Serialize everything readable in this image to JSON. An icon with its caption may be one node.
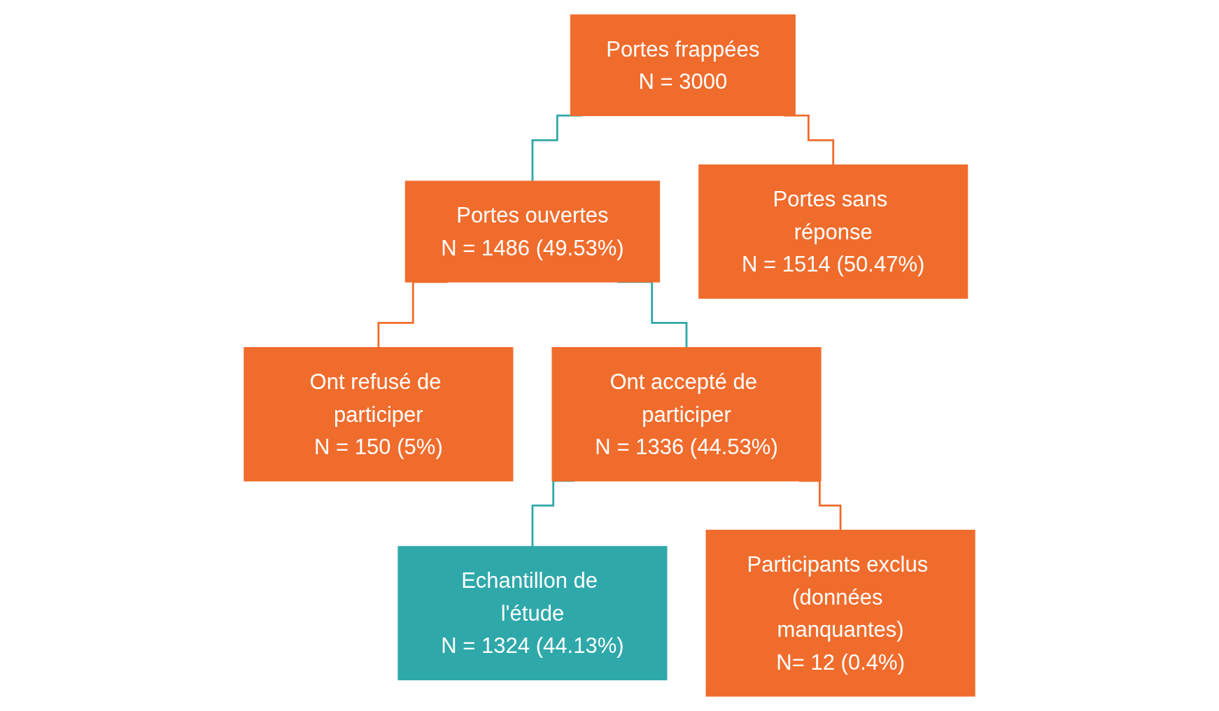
{
  "diagram": {
    "nodes": [
      {
        "text": [
          "Portes frappées",
          "N = 3000"
        ]
      },
      {
        "text": [
          "Portes ouvertes",
          "N = 1486 (49.53%)"
        ]
      },
      {
        "text": [
          "Portes sans réponse",
          "N = 1514 (50.47%)"
        ]
      },
      {
        "text": [
          "Ont refusé de participer",
          "N = 150 (5%)"
        ]
      },
      {
        "text": [
          "Ont accepté de participer",
          "N = 1336 (44.53%)"
        ]
      },
      {
        "text": [
          "Echantillon de l'étude",
          "N = 1324 (44.13%)"
        ]
      },
      {
        "text": [
          "Participants exclus (données manquantes)",
          "N= 12 (0.4%)"
        ]
      }
    ],
    "edges": [
      {
        "from": 0,
        "to": 1,
        "arrow": "none",
        "color": "#2fa8aa"
      },
      {
        "from": 0,
        "to": 2,
        "arrow": "none",
        "color": "#f06c2c"
      },
      {
        "from": 1,
        "to": 3,
        "arrow": "none",
        "color": "#f06c2c"
      },
      {
        "from": 1,
        "to": 4,
        "arrow": "none",
        "color": "#2fa8aa"
      },
      {
        "from": 4,
        "to": 5,
        "arrow": "none",
        "color": "#2fa8aa"
      },
      {
        "from": 4,
        "to": 6,
        "arrow": "none",
        "color": "#f06c2c"
      }
    ]
  }
}
